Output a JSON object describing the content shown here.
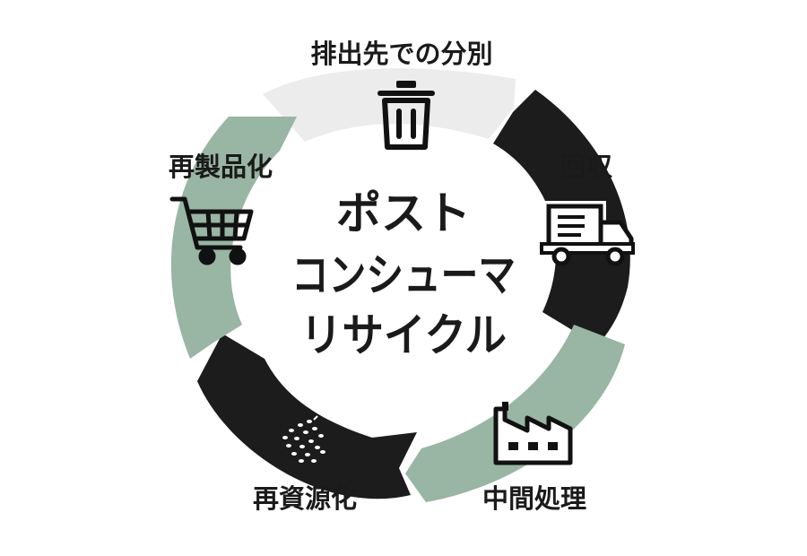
{
  "center": {
    "lines": [
      "ポスト",
      "コンシューマ",
      "リサイクル"
    ]
  },
  "stages": [
    {
      "key": "sorting",
      "label": "排出先での分別",
      "icon": "trash-can-icon",
      "color": "#ececec"
    },
    {
      "key": "collection",
      "label": "回収",
      "icon": "truck-icon",
      "color": "#1c1c1c"
    },
    {
      "key": "intermediate",
      "label": "中間処理",
      "icon": "factory-icon",
      "color": "#99b5a3"
    },
    {
      "key": "resource",
      "label": "再資源化",
      "icon": "pellets-icon",
      "color": "#1c1c1c"
    },
    {
      "key": "remanufacture",
      "label": "再製品化",
      "icon": "shopping-cart-icon",
      "color": "#99b5a3"
    }
  ],
  "colors": {
    "text": "#1a1a1a",
    "background": "#ffffff"
  }
}
